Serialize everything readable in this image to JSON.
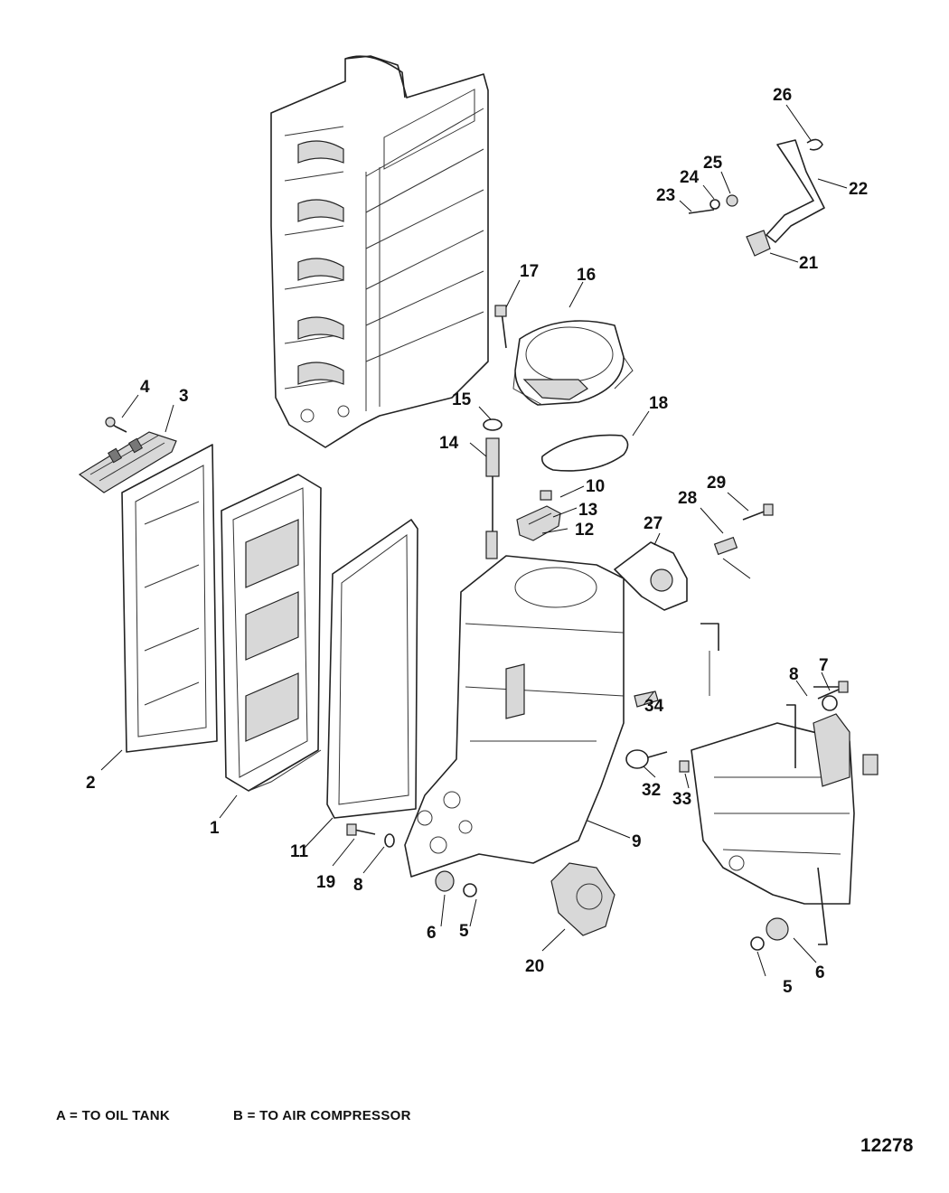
{
  "figure_number": "12278",
  "legend": {
    "a": "A = TO OIL TANK",
    "b": "B = TO AIR COMPRESSOR"
  },
  "callouts": [
    {
      "id": "c1",
      "label": "1"
    },
    {
      "id": "c2",
      "label": "2"
    },
    {
      "id": "c3",
      "label": "3"
    },
    {
      "id": "c4",
      "label": "4"
    },
    {
      "id": "c5a",
      "label": "5"
    },
    {
      "id": "c5b",
      "label": "5"
    },
    {
      "id": "c6a",
      "label": "6"
    },
    {
      "id": "c6b",
      "label": "6"
    },
    {
      "id": "c7",
      "label": "7"
    },
    {
      "id": "c8a",
      "label": "8"
    },
    {
      "id": "c8b",
      "label": "8"
    },
    {
      "id": "c9",
      "label": "9"
    },
    {
      "id": "c10",
      "label": "10"
    },
    {
      "id": "c11",
      "label": "11"
    },
    {
      "id": "c12",
      "label": "12"
    },
    {
      "id": "c13",
      "label": "13"
    },
    {
      "id": "c14",
      "label": "14"
    },
    {
      "id": "c15",
      "label": "15"
    },
    {
      "id": "c16",
      "label": "16"
    },
    {
      "id": "c17",
      "label": "17"
    },
    {
      "id": "c18",
      "label": "18"
    },
    {
      "id": "c19",
      "label": "19"
    },
    {
      "id": "c20",
      "label": "20"
    },
    {
      "id": "c21",
      "label": "21"
    },
    {
      "id": "c22",
      "label": "22"
    },
    {
      "id": "c23",
      "label": "23"
    },
    {
      "id": "c24",
      "label": "24"
    },
    {
      "id": "c25",
      "label": "25"
    },
    {
      "id": "c26",
      "label": "26"
    },
    {
      "id": "c27",
      "label": "27"
    },
    {
      "id": "c28",
      "label": "28"
    },
    {
      "id": "c29",
      "label": "29"
    },
    {
      "id": "c32",
      "label": "32"
    },
    {
      "id": "c33",
      "label": "33"
    },
    {
      "id": "c34",
      "label": "34"
    }
  ]
}
